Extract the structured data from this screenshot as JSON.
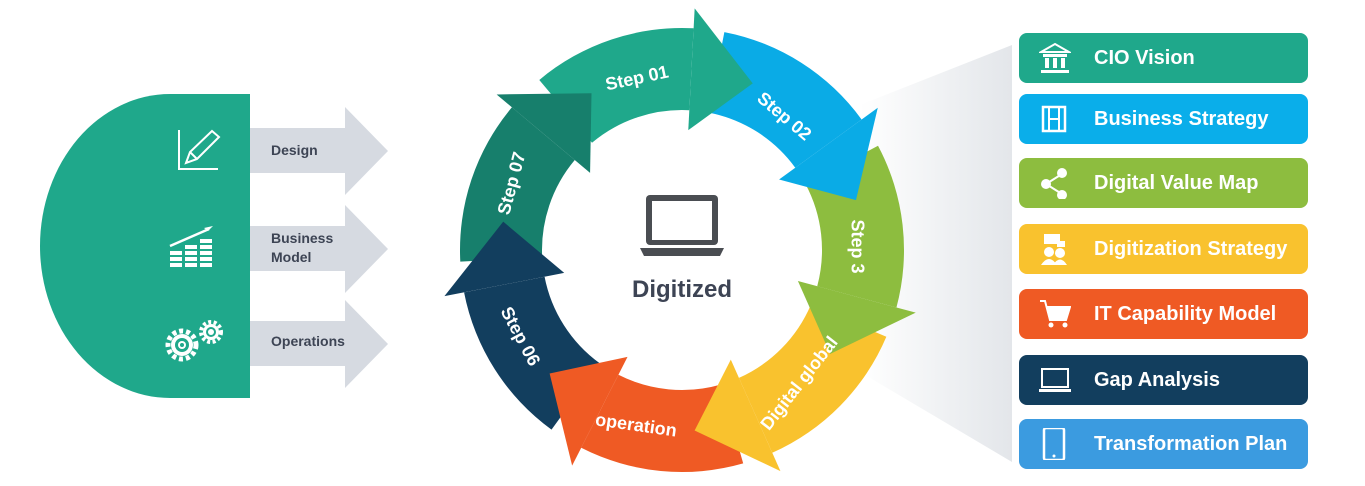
{
  "left_panel": {
    "items": [
      {
        "label": "Design",
        "icon": "pencil-chart-icon"
      },
      {
        "label": "Business Model",
        "icon": "growth-chart-icon"
      },
      {
        "label": "Operations",
        "icon": "gears-icon"
      }
    ],
    "color": "#1fa88b",
    "arrow_color": "#d6dae1"
  },
  "cycle": {
    "center_title": "Digitized",
    "center_icon": "laptop-icon",
    "steps": [
      {
        "label": "Step 01",
        "color": "#1fa88b"
      },
      {
        "label": "Step 02",
        "color": "#0aabe6"
      },
      {
        "label": "Step 3",
        "color": "#8dbd3f"
      },
      {
        "label": "Digital global",
        "color": "#f9c22e"
      },
      {
        "label": "operation",
        "color": "#ef5a24"
      },
      {
        "label": "Step 06",
        "color": "#123e5e"
      },
      {
        "label": "Step 07",
        "color": "#177f6c"
      }
    ]
  },
  "right_panel": {
    "items": [
      {
        "label": "CIO Vision",
        "icon": "bank-icon",
        "color": "#1fa88b"
      },
      {
        "label": "Business Strategy",
        "icon": "film-icon",
        "color": "#0aaeea"
      },
      {
        "label": "Digital Value Map",
        "icon": "share-icon",
        "color": "#8dbd3f"
      },
      {
        "label": "Digitization Strategy",
        "icon": "people-chat-icon",
        "color": "#f9c22e"
      },
      {
        "label": "IT Capability Model",
        "icon": "cart-icon",
        "color": "#ef5a24"
      },
      {
        "label": "Gap Analysis",
        "icon": "laptop-icon",
        "color": "#123e5e"
      },
      {
        "label": "Transformation Plan",
        "icon": "tablet-icon",
        "color": "#3b9be0"
      }
    ]
  }
}
